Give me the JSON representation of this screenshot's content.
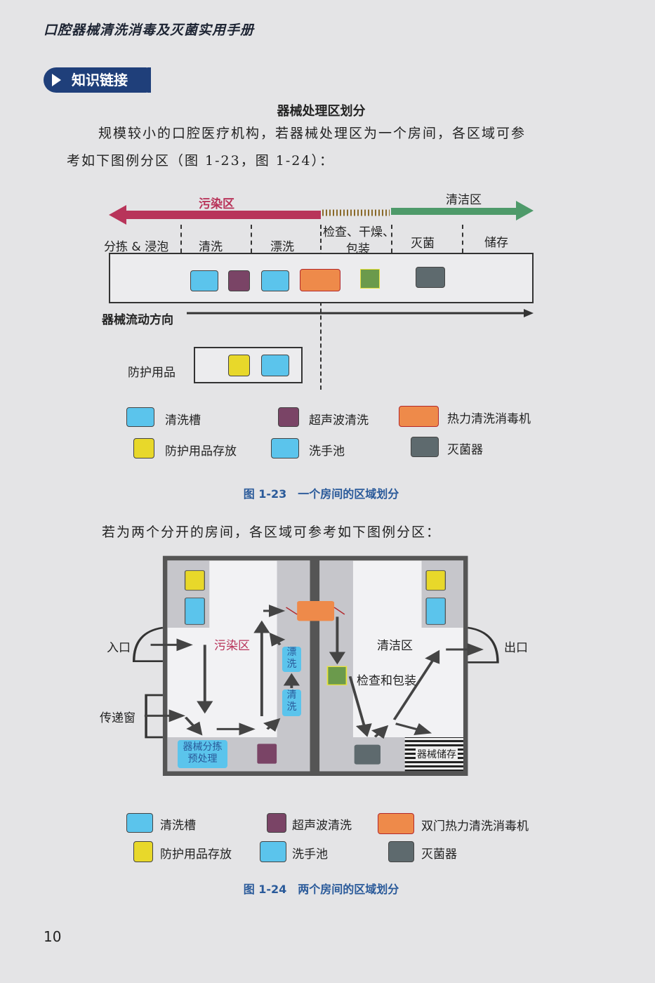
{
  "header": {
    "book_title": "口腔器械清洗消毒及灭菌实用手册"
  },
  "badge": {
    "label": "知识链接"
  },
  "section": {
    "title": "器械处理区划分",
    "para1_line1": "规模较小的口腔医疗机构，若器械处理区为一个房间，各区域可参",
    "para1_line2": "考如下图例分区（图 1-23，图 1-24）：",
    "para2": "若为两个分开的房间，各区域可参考如下图例分区："
  },
  "fig1": {
    "dirty_zone": "污染区",
    "clean_zone": "清洁区",
    "stages": [
      "分拣 & 浸泡",
      "清洗",
      "漂洗",
      "检查、干燥、",
      "包装",
      "灭菌",
      "储存"
    ],
    "flow_label": "器械流动方向",
    "ppe_label": "防护用品",
    "legend": [
      {
        "label": "清洗槽",
        "color": "#5bc4ec"
      },
      {
        "label": "超声波清洗",
        "color": "#7a4466"
      },
      {
        "label": "热力清洗消毒机",
        "color": "#ee8a4a"
      },
      {
        "label": "防护用品存放",
        "color": "#e8d82a"
      },
      {
        "label": "洗手池",
        "color": "#5bc4ec"
      },
      {
        "label": "灭菌器",
        "color": "#5e6a6e"
      }
    ],
    "caption": "图 1-23　一个房间的区域划分"
  },
  "fig2": {
    "entrance": "入口",
    "pass_window": "传递窗",
    "dirty_zone": "污染区",
    "clean_zone": "清洁区",
    "inspect_pack": "检查和包装",
    "exit": "出口",
    "rinse": "漂洗",
    "wash": "清洗",
    "sort_pre": "器械分拣预处理",
    "storage": "器械储存",
    "legend": [
      {
        "label": "清洗槽",
        "color": "#5bc4ec"
      },
      {
        "label": "超声波清洗",
        "color": "#7a4466"
      },
      {
        "label": "双门热力清洗消毒机",
        "color": "#ee8a4a"
      },
      {
        "label": "防护用品存放",
        "color": "#e8d82a"
      },
      {
        "label": "洗手池",
        "color": "#5bc4ec"
      },
      {
        "label": "灭菌器",
        "color": "#5e6a6e"
      }
    ],
    "caption": "图 1-24　两个房间的区域划分"
  },
  "page_number": "10",
  "colors": {
    "dirty": "#b8345a",
    "clean": "#4e9a6a",
    "caption": "#2a5a9a",
    "badge": "#1f3f7a"
  }
}
